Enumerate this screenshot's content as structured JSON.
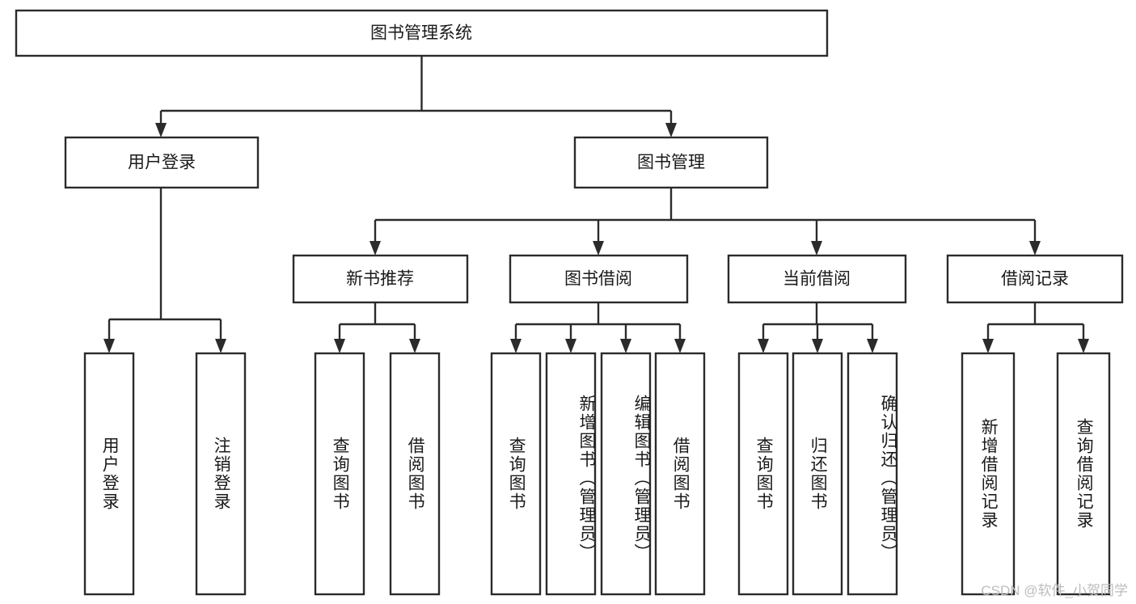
{
  "diagram": {
    "type": "tree",
    "title": "图书管理系统",
    "watermark": "CSDN @软件_小贺同学",
    "colors": {
      "box_stroke": "#2b2b2b",
      "box_fill": "#ffffff",
      "text": "#1a1a1a",
      "watermark": "#bdbdbd",
      "background": "#ffffff"
    },
    "levels": {
      "root": {
        "label": "图书管理系统"
      },
      "level2": [
        {
          "label": "用户登录"
        },
        {
          "label": "图书管理"
        }
      ],
      "level3": [
        {
          "label": "新书推荐"
        },
        {
          "label": "图书借阅"
        },
        {
          "label": "当前借阅"
        },
        {
          "label": "借阅记录"
        }
      ],
      "leaves": {
        "user_login": [
          {
            "label": "用户登录"
          },
          {
            "label": "注销登录"
          }
        ],
        "new_book_recommend": [
          {
            "label": "查询图书"
          },
          {
            "label": "借阅图书"
          }
        ],
        "book_borrow": [
          {
            "label": "查询图书"
          },
          {
            "label": "新增图书（管理员）"
          },
          {
            "label": "编辑图书（管理员）"
          },
          {
            "label": "借阅图书"
          }
        ],
        "current_borrow": [
          {
            "label": "查询图书"
          },
          {
            "label": "归还图书"
          },
          {
            "label": "确认归还（管理员）"
          }
        ],
        "borrow_record": [
          {
            "label": "新增借阅记录"
          },
          {
            "label": "查询借阅记录"
          }
        ]
      }
    }
  }
}
